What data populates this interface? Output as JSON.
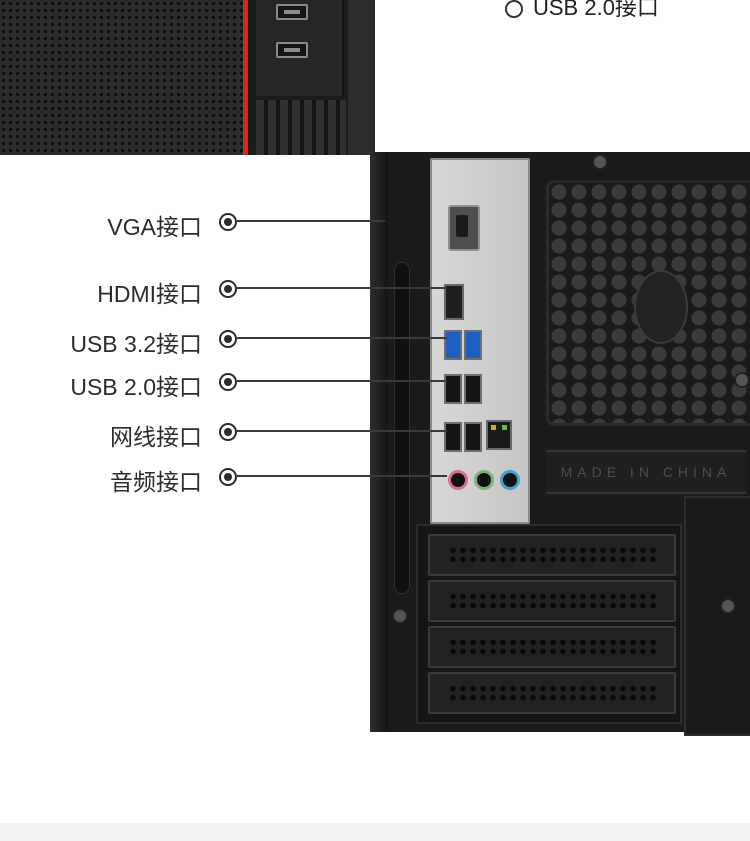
{
  "top_callout": {
    "label": "USB 2.0接口"
  },
  "ports": [
    {
      "label": "VGA接口"
    },
    {
      "label": "HDMI接口"
    },
    {
      "label": "USB 3.2接口"
    },
    {
      "label": "USB 2.0接口"
    },
    {
      "label": "网线接口"
    },
    {
      "label": "音频接口"
    }
  ],
  "case_marking": "MADE IN CHINA",
  "colors": {
    "accent_stripe": "#d7261e",
    "usb3_port": "#1e5fbf",
    "audio_pink": "#d66b93",
    "audio_green": "#7bb07a",
    "audio_blue": "#3fa2d8"
  }
}
